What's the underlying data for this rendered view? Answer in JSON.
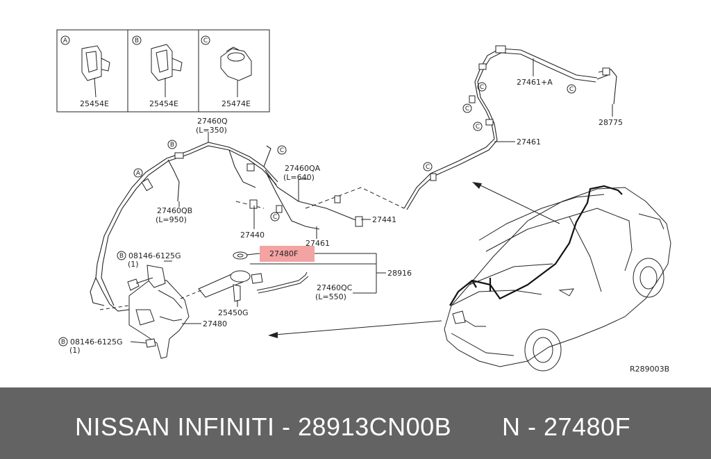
{
  "inset": [
    {
      "letter": "A",
      "part": "25454E"
    },
    {
      "letter": "B",
      "part": "25454E"
    },
    {
      "letter": "C",
      "part": "25474E"
    }
  ],
  "labels": {
    "p27460Q": "27460Q",
    "p27460Q_len": "(L=350)",
    "p27460QA": "27460QA",
    "p27460QA_len": "(L=640)",
    "p27460QB": "27460QB",
    "p27460QB_len": "(L=950)",
    "p27460QC": "27460QC",
    "p27460QC_len": "(L=550)",
    "p27440": "27440",
    "p27441": "27441",
    "p27461_lower": "27461",
    "p27461_upper": "27461",
    "p27461A": "27461+A",
    "p28775": "28775",
    "p28916": "28916",
    "p27480F": "27480F",
    "p25450G": "25450G",
    "p27480": "27480",
    "bolt1": "08146-6125G",
    "bolt1_qty": "(1)",
    "bolt2": "08146-6125G",
    "bolt2_qty": "(1)",
    "ref_code": "R289003B"
  },
  "callout_letters": {
    "a": "A",
    "b": "B",
    "c": "C"
  },
  "highlight_color": "#f4a3a3",
  "footer": {
    "left": "NISSAN INFINITI - 28913CN00B",
    "right": "N - 27480F"
  }
}
